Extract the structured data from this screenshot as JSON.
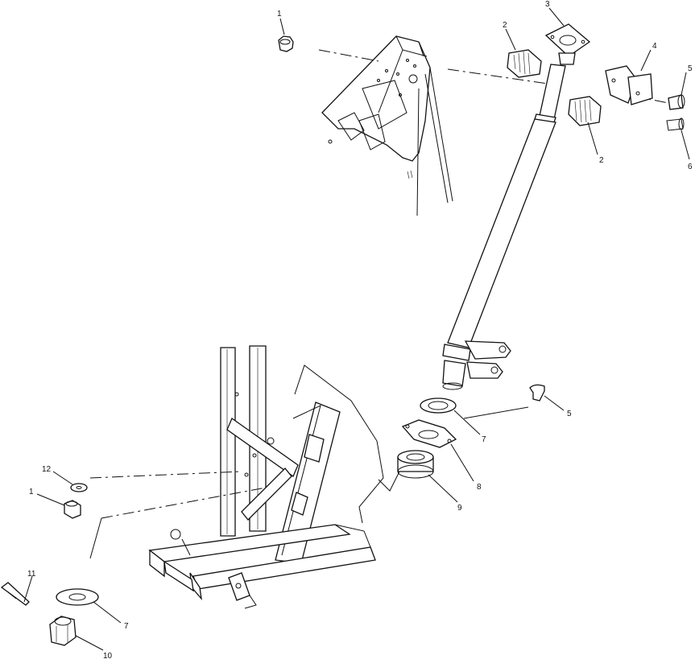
{
  "callouts": [
    {
      "id": "c1a",
      "text": "1"
    },
    {
      "id": "c2a",
      "text": "2"
    },
    {
      "id": "c3",
      "text": "3"
    },
    {
      "id": "c4",
      "text": "4"
    },
    {
      "id": "c5a",
      "text": "5"
    },
    {
      "id": "c2b",
      "text": "2"
    },
    {
      "id": "c6",
      "text": "6"
    },
    {
      "id": "c5b",
      "text": "5"
    },
    {
      "id": "c7a",
      "text": "7"
    },
    {
      "id": "c8",
      "text": "8"
    },
    {
      "id": "c9",
      "text": "9"
    },
    {
      "id": "c12",
      "text": "12"
    },
    {
      "id": "c1b",
      "text": "1"
    },
    {
      "id": "c11",
      "text": "11"
    },
    {
      "id": "c7b",
      "text": "7"
    },
    {
      "id": "c10",
      "text": "10"
    }
  ]
}
